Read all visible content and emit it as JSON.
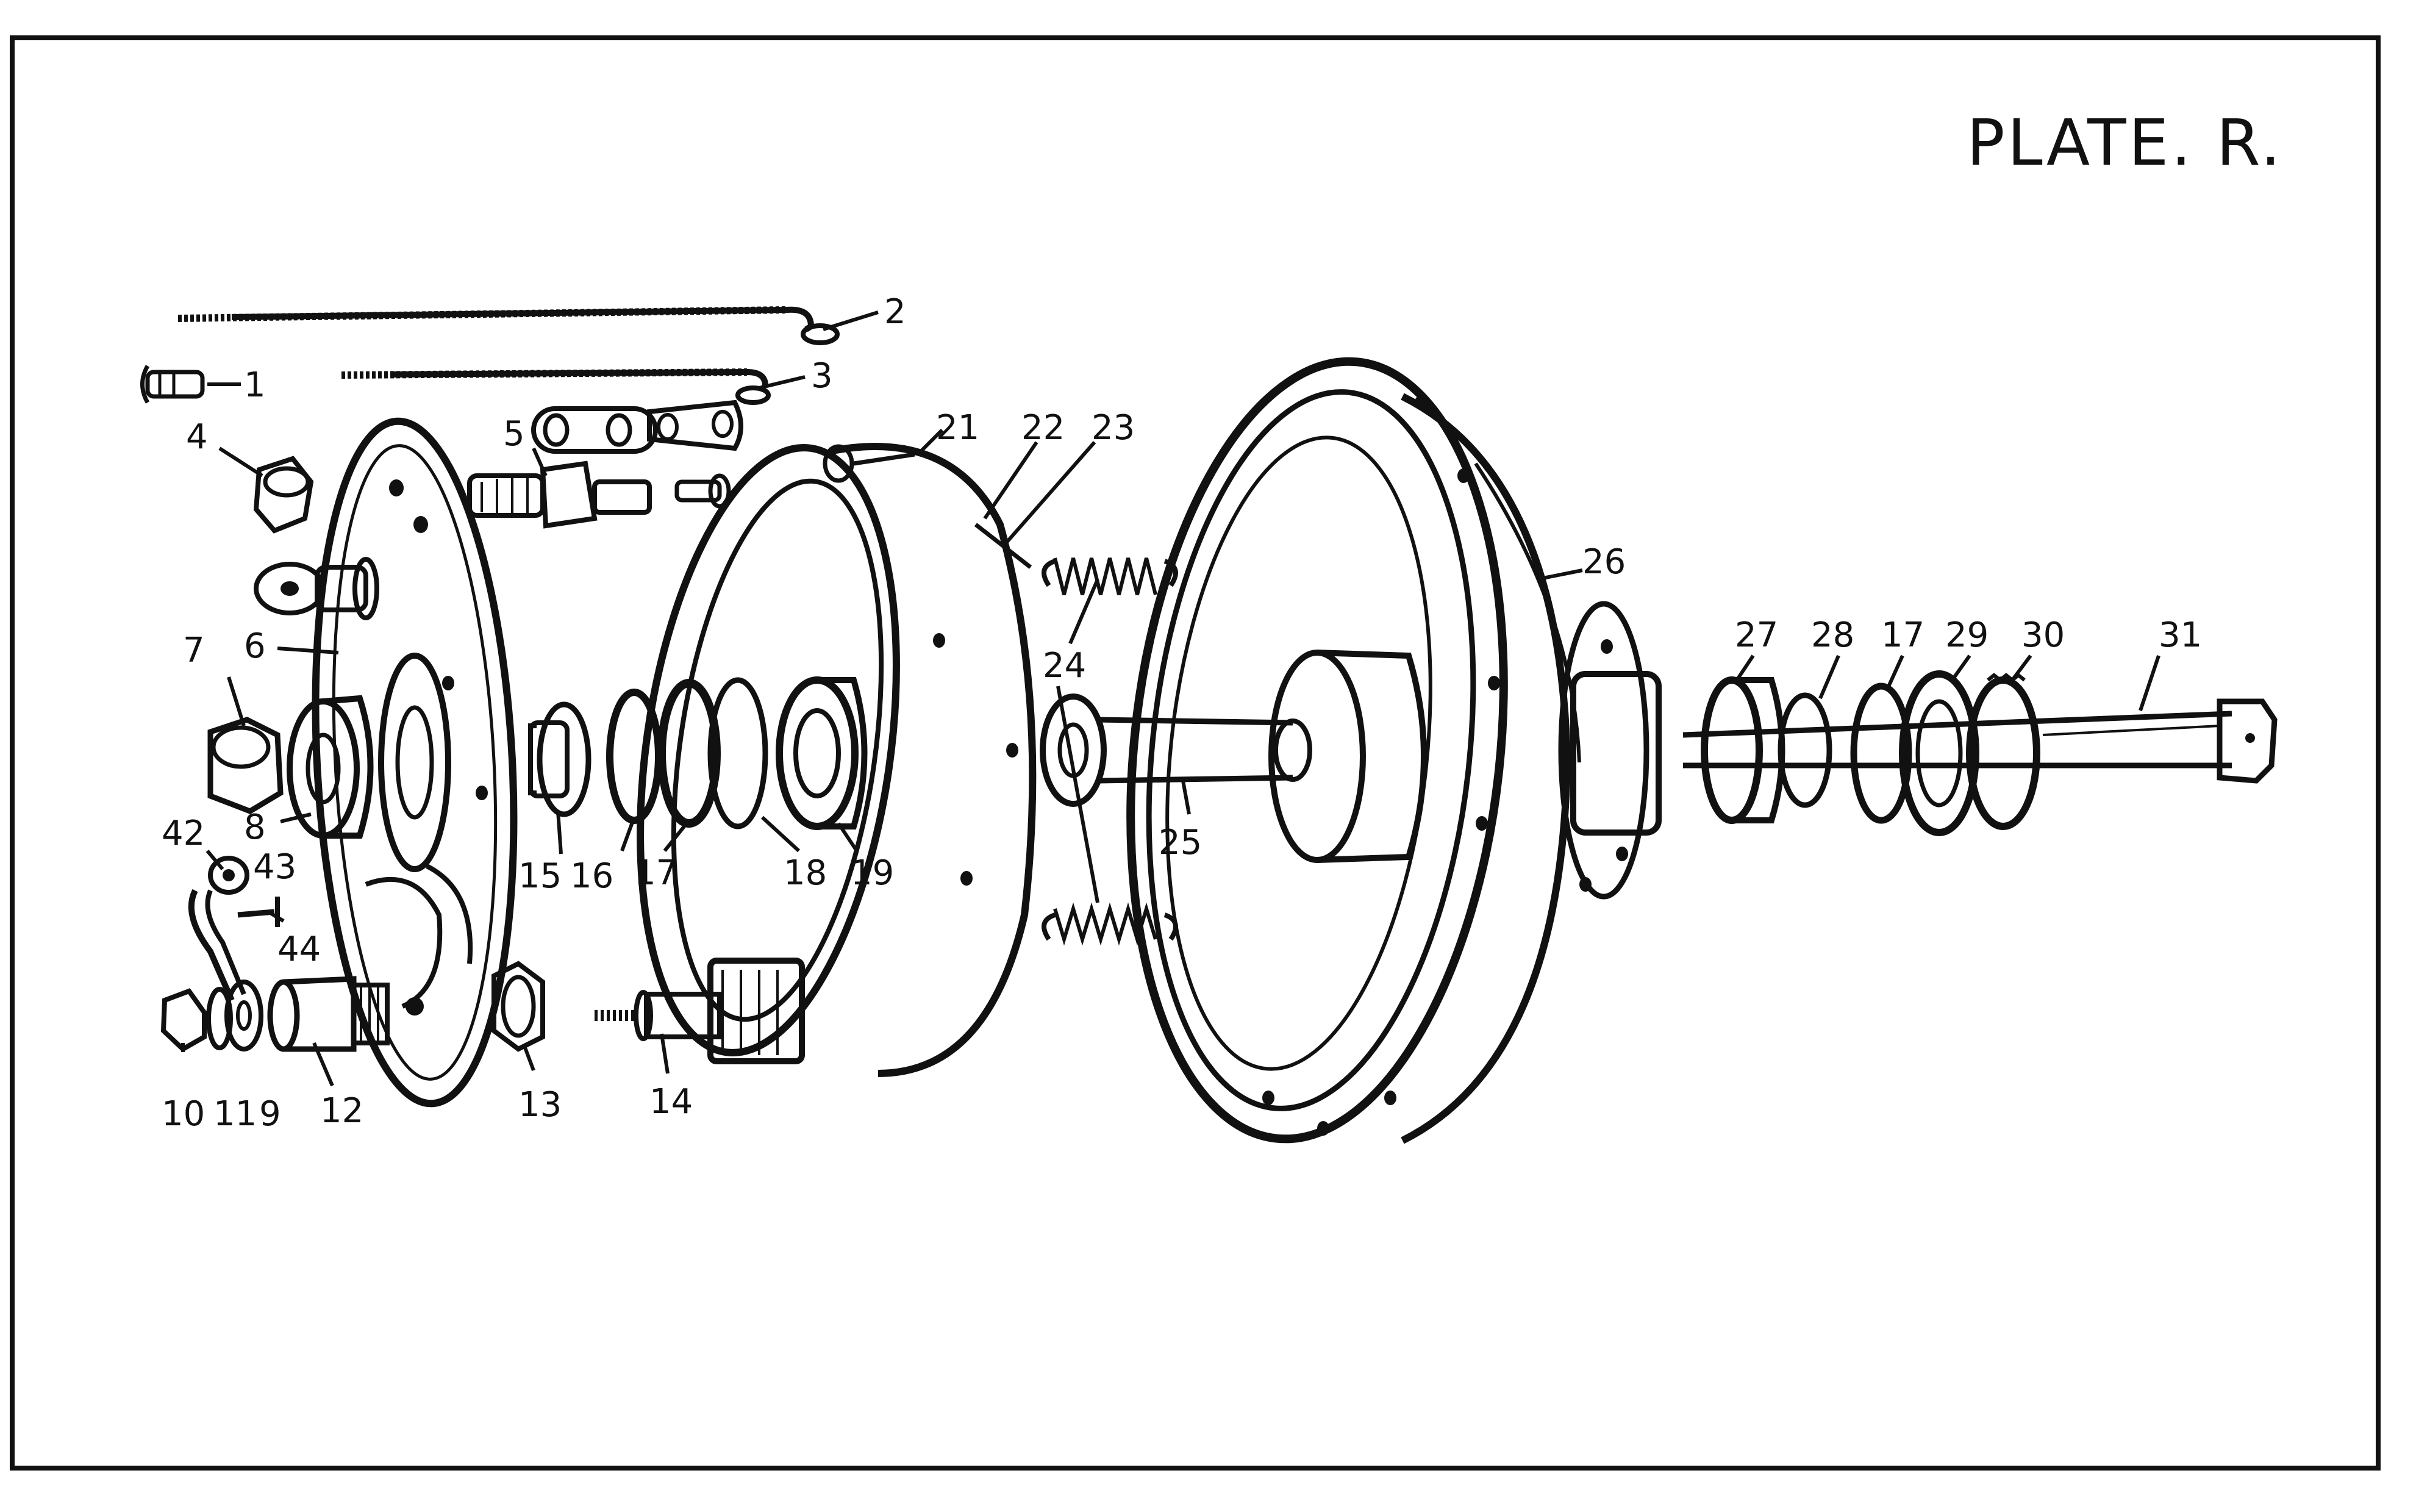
{
  "plate": {
    "title": "PLATE. R."
  },
  "colors": {
    "ink": "#111111",
    "paper": "#ffffff"
  },
  "callouts": [
    {
      "label": "1"
    },
    {
      "label": "2"
    },
    {
      "label": "3"
    },
    {
      "label": "4"
    },
    {
      "label": "5"
    },
    {
      "label": "6"
    },
    {
      "label": "7"
    },
    {
      "label": "8"
    },
    {
      "label": "42"
    },
    {
      "label": "43"
    },
    {
      "label": "44"
    },
    {
      "label": "10"
    },
    {
      "label": "11"
    },
    {
      "label": "9"
    },
    {
      "label": "12"
    },
    {
      "label": "13"
    },
    {
      "label": "14"
    },
    {
      "label": "15"
    },
    {
      "label": "16"
    },
    {
      "label": "17"
    },
    {
      "label": "18"
    },
    {
      "label": "19"
    },
    {
      "label": "21"
    },
    {
      "label": "22"
    },
    {
      "label": "23"
    },
    {
      "label": "24"
    },
    {
      "label": "25"
    },
    {
      "label": "26"
    },
    {
      "label": "27"
    },
    {
      "label": "28"
    },
    {
      "label": "17"
    },
    {
      "label": "29"
    },
    {
      "label": "30"
    },
    {
      "label": "31"
    }
  ]
}
